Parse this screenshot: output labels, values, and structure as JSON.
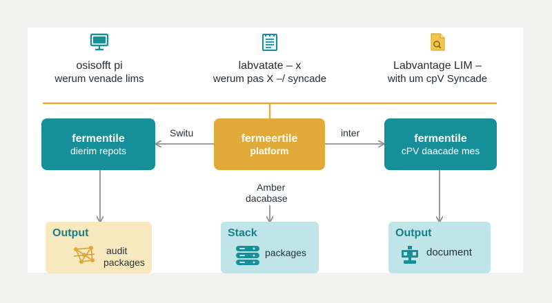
{
  "top": [
    {
      "line1": "osisofft pi",
      "line2": "werum venade lims",
      "icon": "monitor-icon"
    },
    {
      "line1": "labvatate – x",
      "line2": "werum pas X –/ syncade",
      "icon": "document-list-icon"
    },
    {
      "line1": "Labvantage LIM –",
      "line2": "with um cpV Syncade",
      "icon": "folder-document-icon"
    }
  ],
  "boxes": {
    "left": {
      "title": "fermentile",
      "subtitle": "dierim repots"
    },
    "center": {
      "title": "fermeertile",
      "subtitle": "platform"
    },
    "right": {
      "title": "fermentile",
      "subtitle": "cPV daacade mes"
    }
  },
  "labels": {
    "left_arrow": "Switu",
    "right_arrow": "inter",
    "db_line1": "Amber",
    "db_line2": "dacabase"
  },
  "outputs": {
    "left": {
      "heading": "Output",
      "line1": "audit",
      "line2": "packages",
      "icon": "network-nodes-icon"
    },
    "center": {
      "heading": "Stack",
      "line1": "packages",
      "line2": "",
      "icon": "database-stack-icon"
    },
    "right": {
      "heading": "Output",
      "line1": "document",
      "line2": "",
      "icon": "server-node-icon"
    }
  },
  "colors": {
    "teal": "#178f98",
    "gold": "#e1a937",
    "connector": "#e1a937",
    "arrow": "#8a8f93",
    "output_left_bg": "#f8e8bd",
    "output_teal_bg": "#bfe5e8"
  }
}
